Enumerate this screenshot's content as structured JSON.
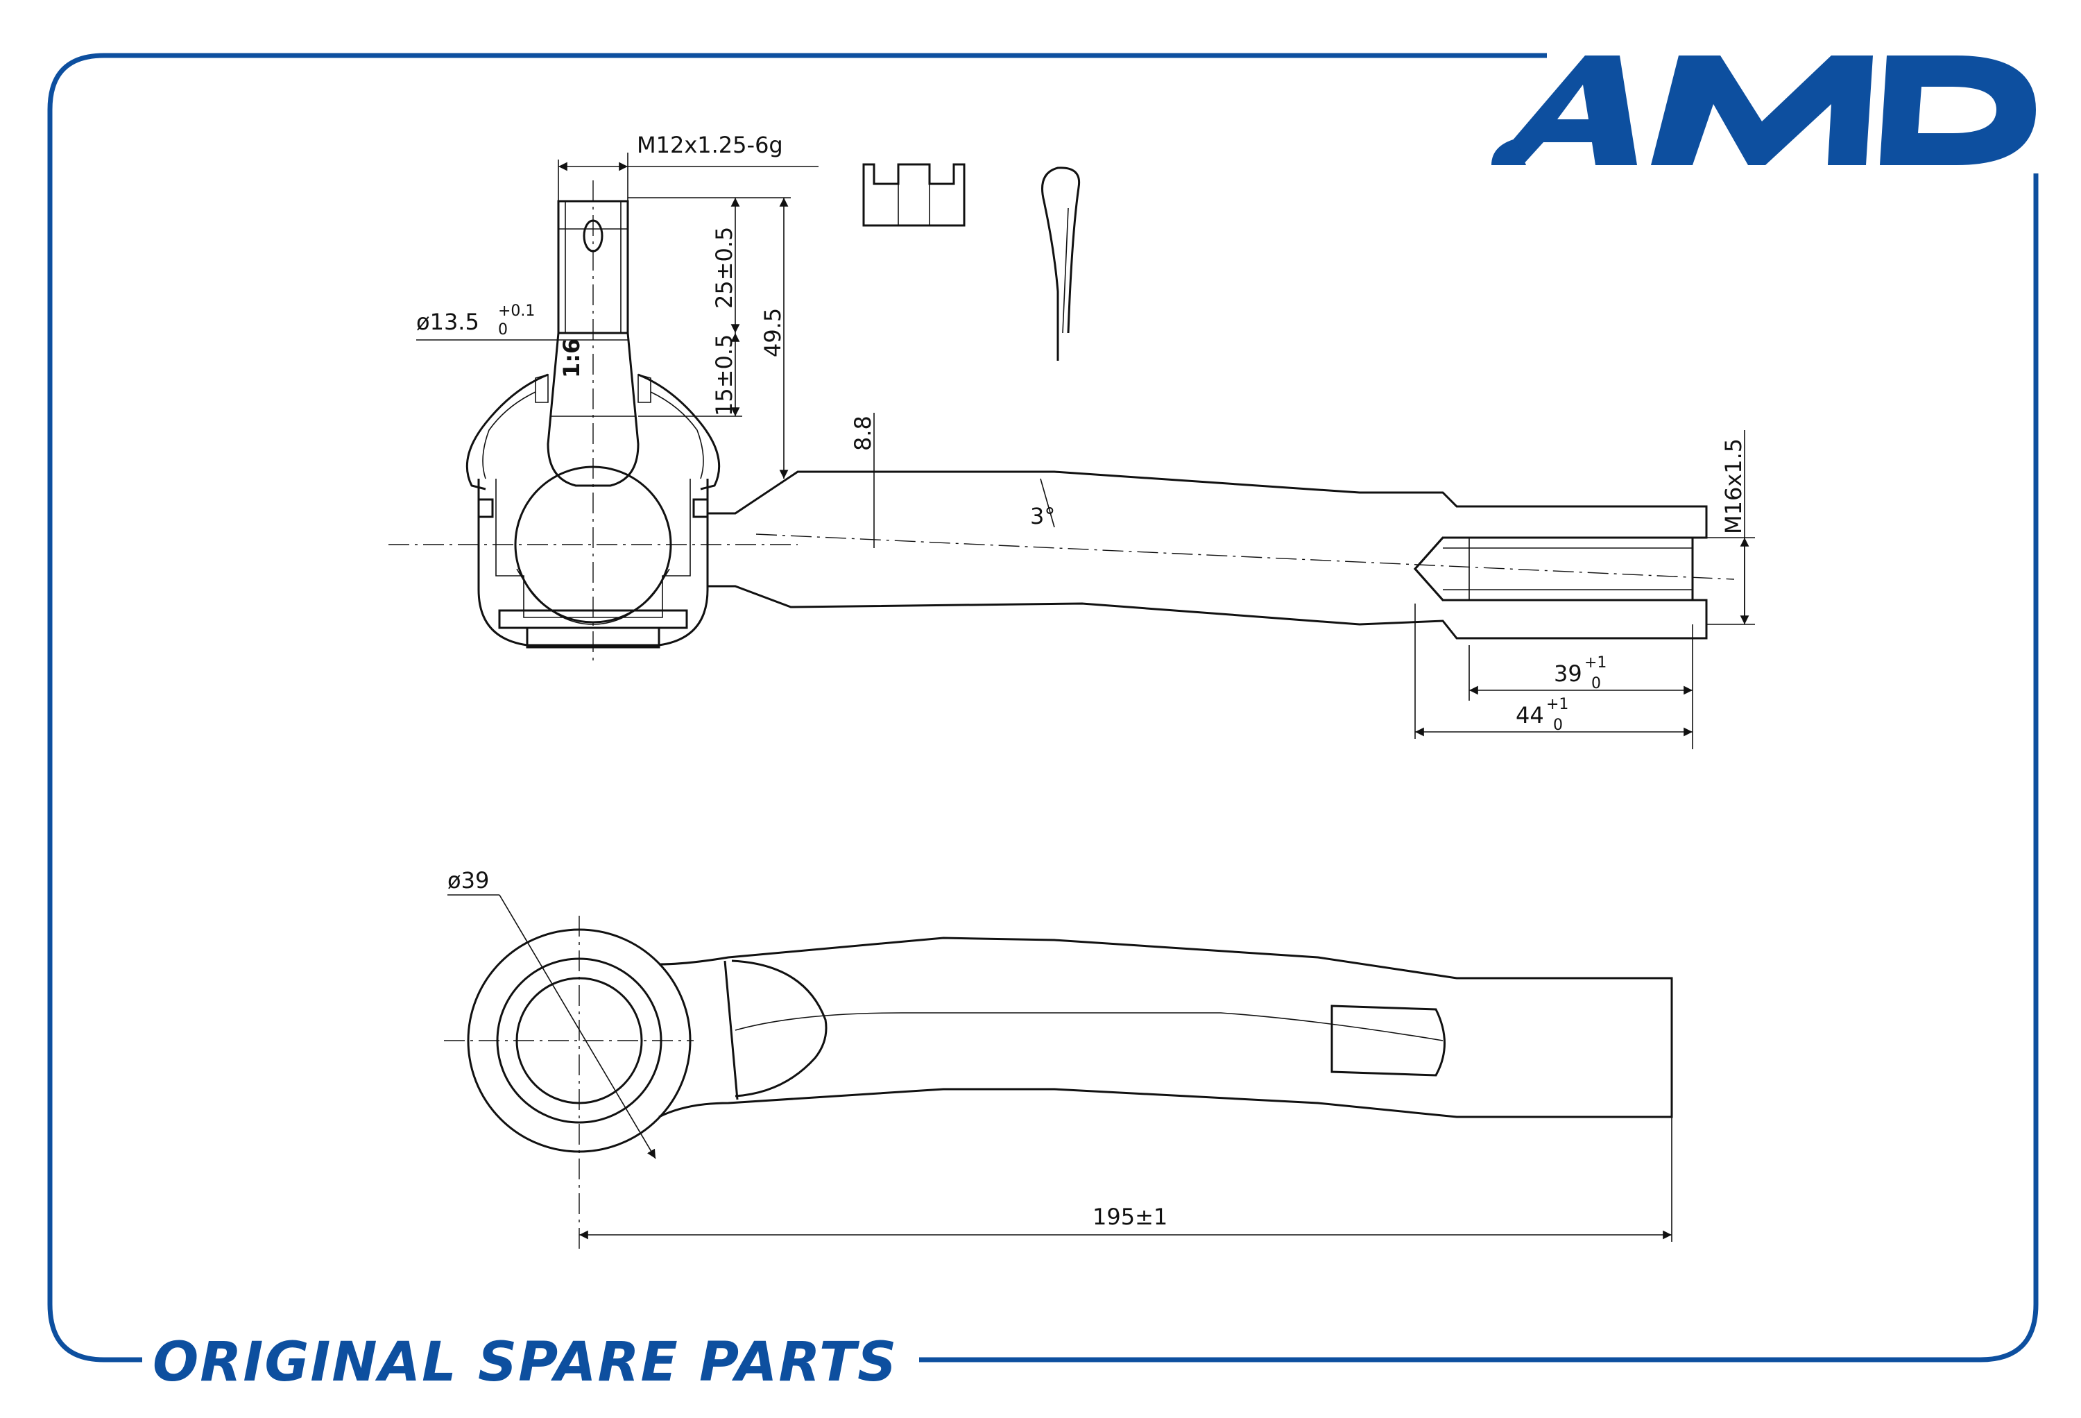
{
  "brand": {
    "logo_text": "AMD",
    "color": "#0d4f9f"
  },
  "footer": {
    "slogan": "ORIGINAL SPARE PARTS"
  },
  "dimensions": {
    "thread_stud": "M12x1.25-6g",
    "diameter_taper": "ø13.5",
    "diameter_taper_tol_upper": "+0.1",
    "diameter_taper_tol_lower": "0",
    "length_25": "25±0.5",
    "length_49": "49.5",
    "length_15": "15±0.5",
    "taper_ratio": "1:6",
    "dim_8_8": "8.8",
    "angle": "3°",
    "thread_end": "M16x1.5",
    "depth_39": "39",
    "depth_39_tol_upper": "+1",
    "depth_39_tol_lower": "0",
    "depth_44": "44",
    "depth_44_tol_upper": "+1",
    "depth_44_tol_lower": "0",
    "diameter_eye": "ø39",
    "overall_length": "195±1"
  },
  "icons": {
    "nut": "castle-nut-icon",
    "pin": "cotter-pin-icon"
  }
}
